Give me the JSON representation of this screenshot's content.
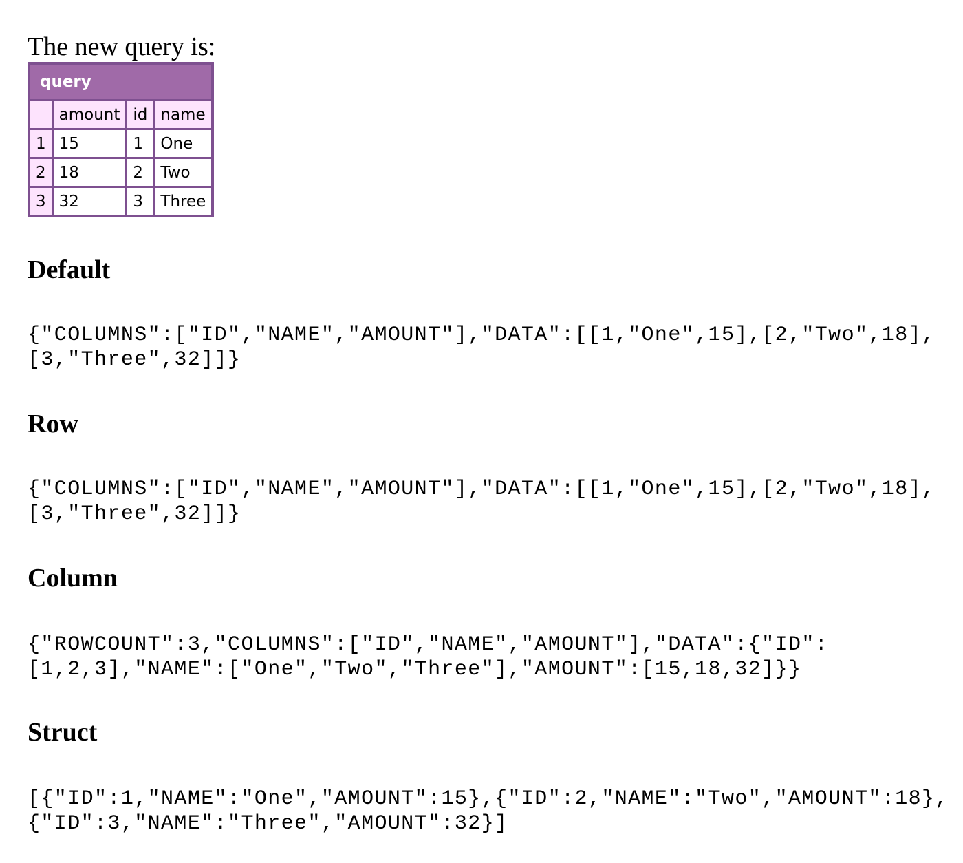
{
  "intro": "The new query is:",
  "table": {
    "caption": "query",
    "headers": [
      "",
      "amount",
      "id",
      "name"
    ],
    "rows": [
      [
        "1",
        "15",
        "1",
        "One"
      ],
      [
        "2",
        "18",
        "2",
        "Two"
      ],
      [
        "3",
        "32",
        "3",
        "Three"
      ]
    ]
  },
  "sections": [
    {
      "title": "Default",
      "lines": [
        "{\"COLUMNS\":[\"ID\",\"NAME\",\"AMOUNT\"],\"DATA\":[[1,\"One\",15],[2,\"Two\",18],",
        "[3,\"Three\",32]]}"
      ]
    },
    {
      "title": "Row",
      "lines": [
        "{\"COLUMNS\":[\"ID\",\"NAME\",\"AMOUNT\"],\"DATA\":[[1,\"One\",15],[2,\"Two\",18],",
        "[3,\"Three\",32]]}"
      ]
    },
    {
      "title": "Column",
      "lines": [
        "{\"ROWCOUNT\":3,\"COLUMNS\":[\"ID\",\"NAME\",\"AMOUNT\"],\"DATA\":{\"ID\":",
        "[1,2,3],\"NAME\":[\"One\",\"Two\",\"Three\"],\"AMOUNT\":[15,18,32]}}"
      ]
    },
    {
      "title": "Struct",
      "lines": [
        "[{\"ID\":1,\"NAME\":\"One\",\"AMOUNT\":15},{\"ID\":2,\"NAME\":\"Two\",\"AMOUNT\":18},",
        "{\"ID\":3,\"NAME\":\"Three\",\"AMOUNT\":32}]"
      ]
    }
  ]
}
